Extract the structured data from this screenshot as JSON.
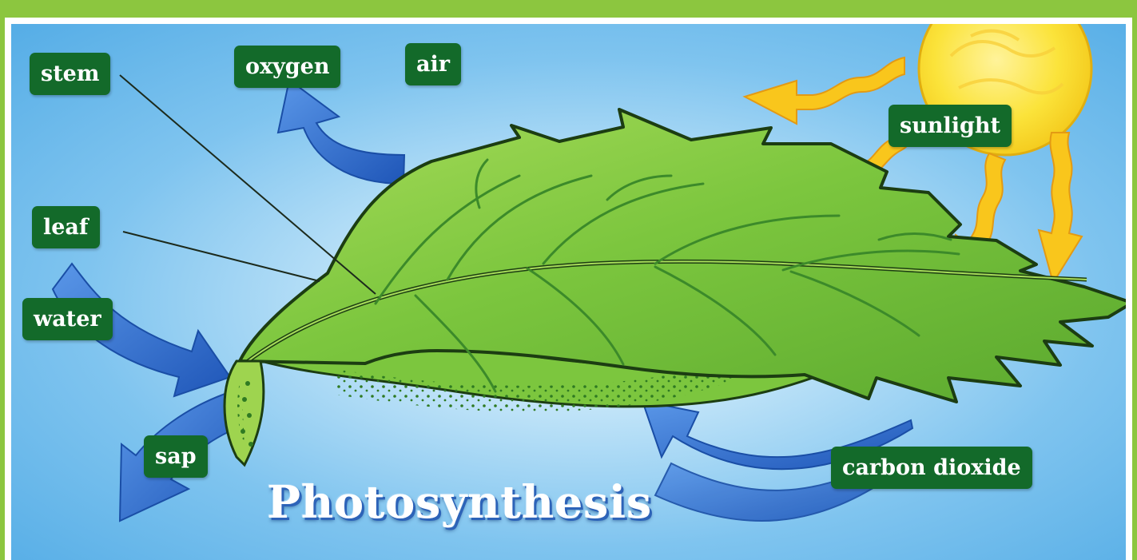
{
  "diagram": {
    "title": "Photosynthesis",
    "labels": {
      "stem": "stem",
      "oxygen": "oxygen",
      "air": "air",
      "sunlight": "sunlight",
      "leaf": "leaf",
      "water": "water",
      "sap": "sap",
      "carbon_dioxide": "carbon dioxide"
    }
  },
  "colors": {
    "label_background": "#136a2a",
    "label_text": "#ffffff",
    "leaf_green": "#7cc63e",
    "vein": "#3c8a2a",
    "arrow_blue": "#2f6fd0",
    "sun_yellow": "#fbe33a",
    "sunbeam": "#f9c61c",
    "sky": "#6bbbea",
    "border_green": "#8cc63f"
  },
  "icons": [
    "sun-icon",
    "sunbeam-arrow-icon",
    "blue-flow-arrow-icon",
    "leaf-illustration"
  ]
}
